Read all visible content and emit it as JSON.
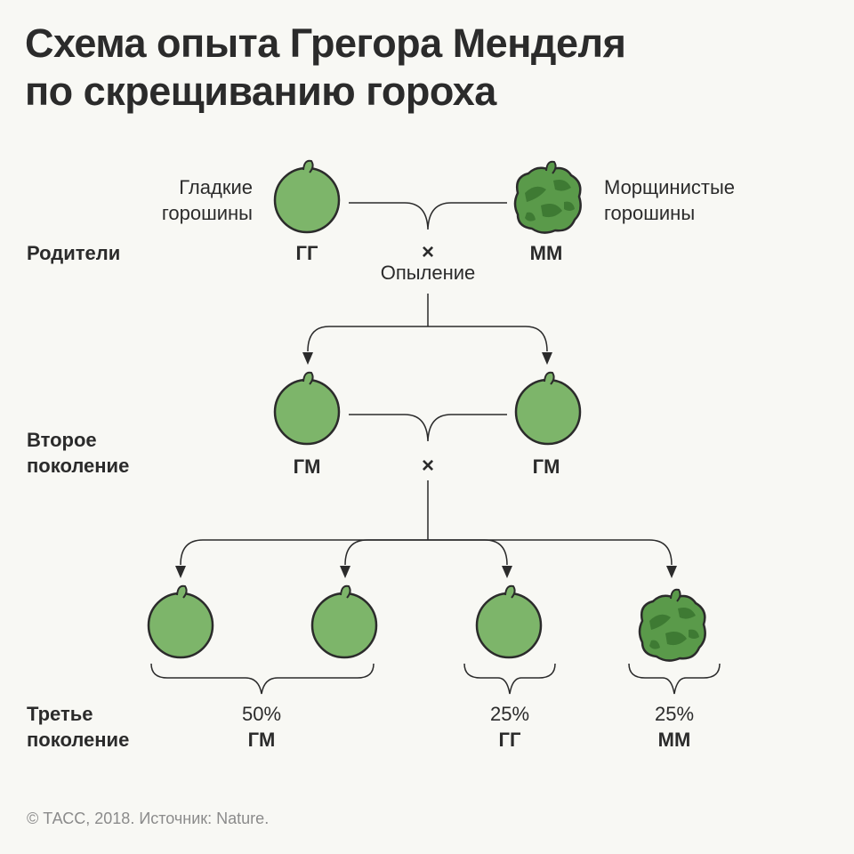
{
  "title": {
    "line1": "Схема опыта Грегора Менделя",
    "line2": "по скрещиванию гороха"
  },
  "colors": {
    "smooth_pea": "#7db56a",
    "wrinkled_pea": "#5a9a4a",
    "wrinkled_patch": "#3e7a33",
    "outline": "#2b2b2b",
    "text": "#2b2b2b",
    "muted": "#8b8b8b"
  },
  "parents": {
    "row_label": "Родители",
    "left_caption_1": "Гладкие",
    "left_caption_2": "горошины",
    "right_caption_1": "Морщинистые",
    "right_caption_2": "горошины",
    "left_genotype": "ГГ",
    "right_genotype": "ММ",
    "cross_symbol": "×",
    "pollination": "Опыление"
  },
  "second": {
    "row_label_1": "Второе",
    "row_label_2": "поколение",
    "left_genotype": "ГМ",
    "right_genotype": "ГМ",
    "cross_symbol": "×"
  },
  "third": {
    "row_label_1": "Третье",
    "row_label_2": "поколение",
    "groups": [
      {
        "percent": "50%",
        "genotype": "ГМ"
      },
      {
        "percent": "25%",
        "genotype": "ГГ"
      },
      {
        "percent": "25%",
        "genotype": "ММ"
      }
    ]
  },
  "footer": "© ТАСС, 2018. Источник: Nature."
}
